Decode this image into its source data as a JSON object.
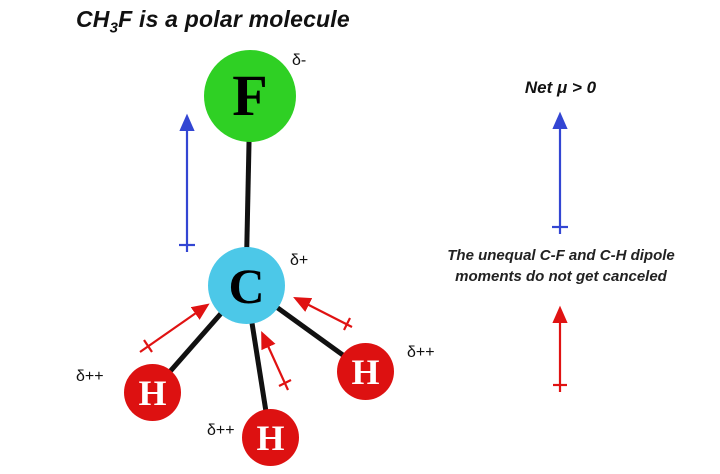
{
  "title": {
    "prefix": "CH",
    "subscript": "3",
    "suffix": "F is a polar molecule"
  },
  "atoms": {
    "fluorine": {
      "symbol": "F",
      "charge": "δ-"
    },
    "carbon": {
      "symbol": "C",
      "charge": "δ+"
    },
    "hydrogen_left": {
      "symbol": "H",
      "charge": "δ++"
    },
    "hydrogen_bottom": {
      "symbol": "H",
      "charge": "δ++"
    },
    "hydrogen_right": {
      "symbol": "H",
      "charge": "δ++"
    }
  },
  "annotations": {
    "net_dipole": "Net μ > 0",
    "explanation_line1": "The unequal C-F and C-H dipole",
    "explanation_line2": "moments do not get canceled"
  },
  "colors": {
    "fluorine_fill": "#2fd024",
    "carbon_fill": "#4cc8e8",
    "hydrogen_fill": "#dd1111",
    "dipole_blue": "#3346d3",
    "dipole_red": "#e01212",
    "bond_color": "#111111",
    "text_color": "#1a1a1a"
  }
}
